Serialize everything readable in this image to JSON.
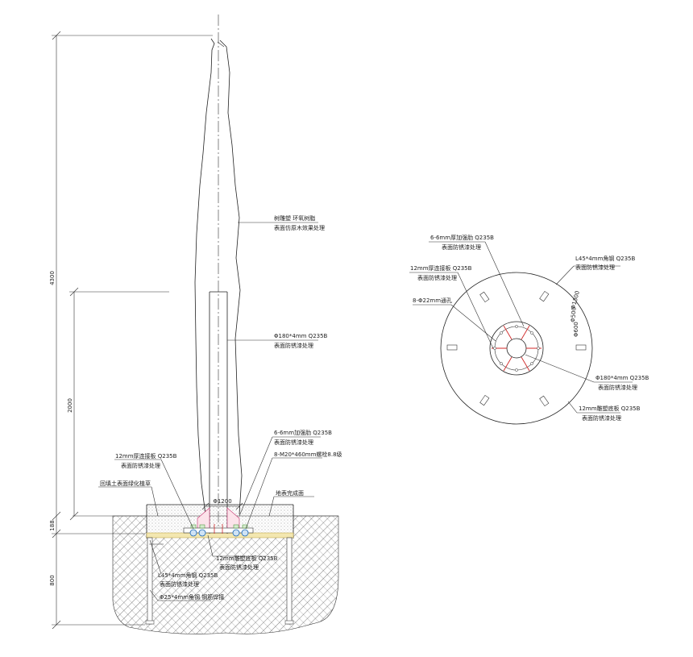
{
  "elevation": {
    "dims": {
      "total": "4300",
      "exposed": "2000",
      "base": "188",
      "footing": "800",
      "diameter": "Φ1200",
      "small": ""
    },
    "labels": {
      "trunk1": "树雕塑 环氧树脂",
      "trunk2": "表面仿原木效果处理",
      "pipe1": "Φ180*4mm Q235B",
      "pipe2": "表面防锈漆处理",
      "rib1": "6-6mm加强肋 Q235B",
      "rib2": "表面防锈漆处理",
      "bolt": "8-M20*460mm螺栓8.8级",
      "plate1": "12mm厚连接板 Q235B",
      "plate2": "表面防锈漆处理",
      "backfill": "回填土表面绿化植草",
      "ground": "地表完成面",
      "base1": "12mm雕塑底板 Q235B",
      "base2": "表面防锈漆处理",
      "angle1": "L45*4mm角钢 Q235B",
      "angle2": "表面防锈漆处理",
      "rebar": "Φ25*4mm角钢 钢筋焊接"
    }
  },
  "plan": {
    "labels": {
      "rib1": "6-6mm厚加强肋 Q235B",
      "rib2": "表面防锈漆处理",
      "plate1": "12mm厚连接板 Q235B",
      "plate2": "表面防锈漆处理",
      "holes": "8-Φ22mm通孔",
      "angle1": "L45*4mm角钢 Q235B",
      "angle2": "表面防锈漆处理",
      "d1300": "Φ1300",
      "d500": "Φ500",
      "d600": "Φ600",
      "pipe1": "Φ180*4mm Q235B",
      "pipe2": "表面防锈漆处理",
      "base1": "12mm雕塑底板 Q235B",
      "base2": "表面防锈漆处理"
    }
  }
}
